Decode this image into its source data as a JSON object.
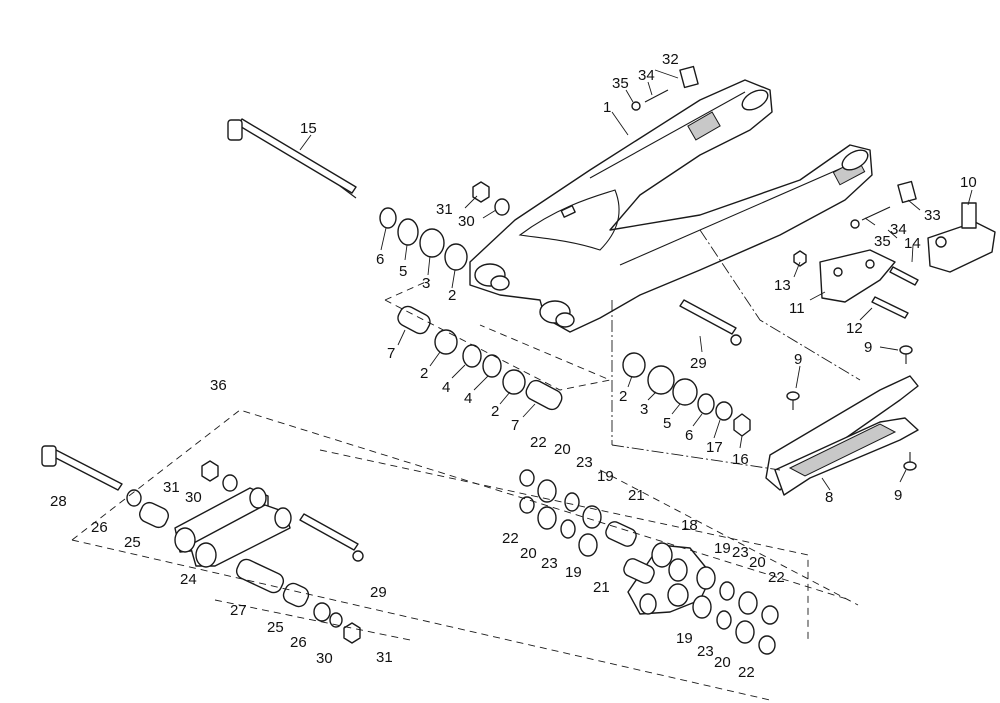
{
  "callouts": {
    "c1": "1",
    "c2a": "2",
    "c2b": "2",
    "c2c": "2",
    "c2d": "2",
    "c3a": "3",
    "c3b": "3",
    "c4a": "4",
    "c4b": "4",
    "c5a": "5",
    "c5b": "5",
    "c6a": "6",
    "c6b": "6",
    "c7a": "7",
    "c7b": "7",
    "c8": "8",
    "c9a": "9",
    "c9b": "9",
    "c9c": "9",
    "c10": "10",
    "c11": "11",
    "c12": "12",
    "c13": "13",
    "c14": "14",
    "c15": "15",
    "c16": "16",
    "c17": "17",
    "c18": "18",
    "c19a": "19",
    "c19b": "19",
    "c19c": "19",
    "c19d": "19",
    "c20a": "20",
    "c20b": "20",
    "c20c": "20",
    "c20d": "20",
    "c21a": "21",
    "c21b": "21",
    "c22a": "22",
    "c22b": "22",
    "c22c": "22",
    "c22d": "22",
    "c23a": "23",
    "c23b": "23",
    "c23c": "23",
    "c23d": "23",
    "c24": "24",
    "c25a": "25",
    "c25b": "25",
    "c26a": "26",
    "c26b": "26",
    "c27": "27",
    "c28": "28",
    "c29a": "29",
    "c29b": "29",
    "c30a": "30",
    "c30b": "30",
    "c30c": "30",
    "c31a": "31",
    "c31b": "31",
    "c31c": "31",
    "c32": "32",
    "c33": "33",
    "c34a": "34",
    "c34b": "34",
    "c35a": "35",
    "c35b": "35",
    "c36": "36"
  }
}
